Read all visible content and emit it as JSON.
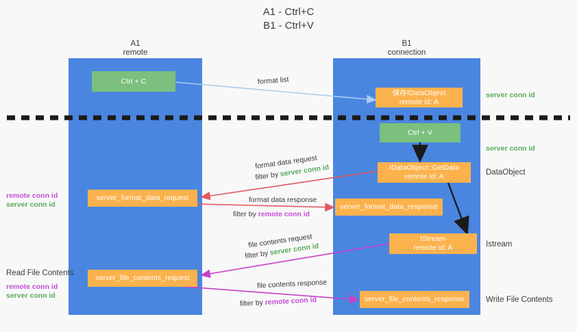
{
  "title": {
    "line1": "A1 - Ctrl+C",
    "line2": "B1 - Ctrl+V"
  },
  "lanes": [
    {
      "id": "A1",
      "name": "A1",
      "subtitle": "remote",
      "color": "#4a86e0"
    },
    {
      "id": "B1",
      "name": "B1",
      "subtitle": "connection",
      "color": "#4a86e0"
    }
  ],
  "colors": {
    "lane_blue": "#4a86e0",
    "node_green": "#7cc07d",
    "node_orange": "#fbb24d",
    "background": "#f8f8f8",
    "red_arrow": "#e0585f",
    "magenta_arrow": "#c83fc8",
    "light_blue_arrow": "#a9cdf0",
    "black_arrow": "#1a1a1a",
    "green_text": "#5aab5c",
    "purple_text": "#c24fd4",
    "body_text": "#3b3b3b"
  },
  "nodes": [
    {
      "key": "ctrl_c",
      "lane": "A1",
      "style": "green",
      "line1": "Ctrl + C",
      "line2": ""
    },
    {
      "key": "save_idataobject",
      "lane": "B1",
      "style": "orange",
      "line1": "保存IDataObject",
      "line2": "remote id: A"
    },
    {
      "key": "ctrl_v",
      "lane": "B1",
      "style": "green",
      "line1": "Ctrl + V",
      "line2": ""
    },
    {
      "key": "idataobject_getdata",
      "lane": "B1",
      "style": "orange",
      "line1": "IDataObject::GetData",
      "line2": "remote id: A"
    },
    {
      "key": "server_format_data_request",
      "lane": "A1",
      "style": "orange",
      "line1": "server_format_data_request",
      "line2": ""
    },
    {
      "key": "server_format_data_response",
      "lane": "B1",
      "style": "orange",
      "line1": "server_format_data_response",
      "line2": ""
    },
    {
      "key": "istream",
      "lane": "B1",
      "style": "orange",
      "line1": "IStream",
      "line2": "remote id: A"
    },
    {
      "key": "server_file_contents_request",
      "lane": "A1",
      "style": "orange",
      "line1": "server_file_contents_request",
      "line2": ""
    },
    {
      "key": "server_file_contents_response",
      "lane": "B1",
      "style": "orange",
      "line1": "server_file_contents_response",
      "line2": ""
    }
  ],
  "edge_labels": {
    "format_list": "format list",
    "format_data_request": "format data request",
    "format_data_response": "format data response",
    "file_contents_request": "file contents request",
    "file_contents_response": "file contents response",
    "filter_by": "filter by ",
    "server_conn_id": "server conn id",
    "remote_conn_id": "remote conn id"
  },
  "right_labels": [
    {
      "key": "server_conn_id_top",
      "text": "server conn id",
      "kind": "green"
    },
    {
      "key": "server_conn_id_second",
      "text": "server conn id",
      "kind": "green"
    },
    {
      "key": "dataobject",
      "text": "DataObject",
      "kind": "plain"
    },
    {
      "key": "istream_label",
      "text": "Istream",
      "kind": "plain"
    },
    {
      "key": "write_file_contents",
      "text": "Write File Contents",
      "kind": "plain"
    }
  ],
  "left_labels": [
    {
      "key": "read_file_contents",
      "text": "Read File Contents",
      "kind": "plain"
    },
    {
      "key": "remote_conn_id_mid",
      "text": "remote conn id",
      "kind": "purple"
    },
    {
      "key": "server_conn_id_mid",
      "text": "server conn id",
      "kind": "green"
    },
    {
      "key": "remote_conn_id_low",
      "text": "remote conn id",
      "kind": "purple"
    },
    {
      "key": "server_conn_id_low",
      "text": "server conn id",
      "kind": "green"
    }
  ],
  "divider": {
    "key": "phase-divider",
    "style": "dashed-black"
  }
}
